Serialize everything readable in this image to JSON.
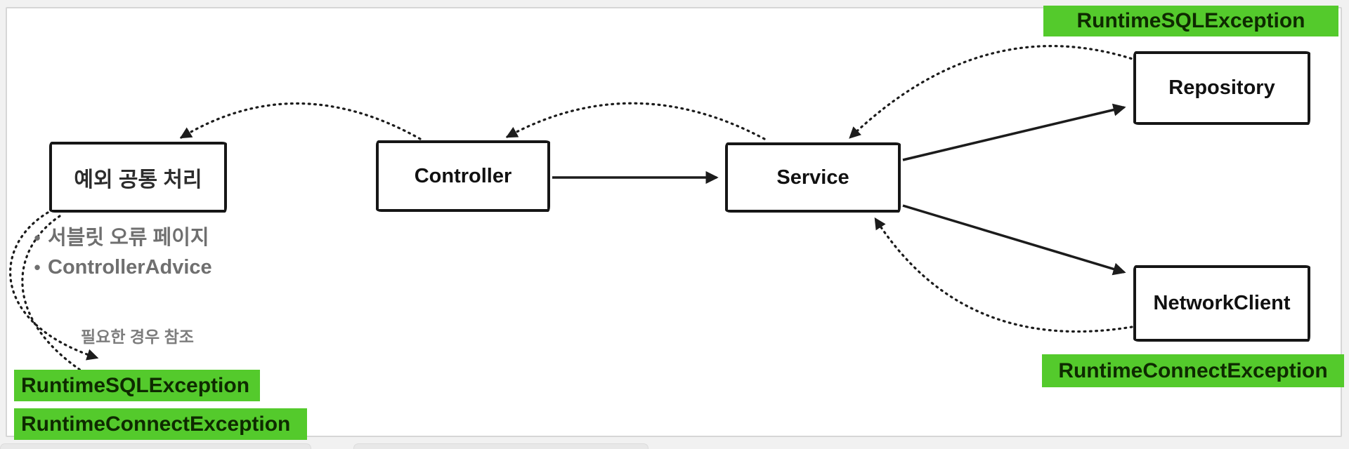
{
  "colors": {
    "highlight_green": "#54ca2c",
    "gray_text": "#6f6f6f",
    "line": "#1c1c1c"
  },
  "boxes": {
    "exception": "예외 공통 처리",
    "controller": "Controller",
    "service": "Service",
    "repository": "Repository",
    "network_client": "NetworkClient"
  },
  "highlights": {
    "top_right": "RuntimeSQLException",
    "bottom_right": "RuntimeConnectException",
    "bottom_left_first": "RuntimeSQLException",
    "bottom_left_second": "RuntimeConnectException"
  },
  "notes": {
    "bullet_items": [
      "서블릿 오류 페이지",
      "ControllerAdvice"
    ],
    "reference_note": "필요한 경우 참조"
  },
  "arrows": [
    {
      "from": "controller",
      "to": "exception",
      "style": "dotted"
    },
    {
      "from": "service",
      "to": "controller",
      "style": "dotted"
    },
    {
      "from": "repository",
      "to": "service",
      "style": "dotted",
      "label": "RuntimeSQLException"
    },
    {
      "from": "network_client",
      "to": "service",
      "style": "dotted",
      "label": "RuntimeConnectException"
    },
    {
      "from": "controller",
      "to": "service",
      "style": "solid"
    },
    {
      "from": "service",
      "to": "repository",
      "style": "solid"
    },
    {
      "from": "service",
      "to": "network_client",
      "style": "solid"
    },
    {
      "from": "exception",
      "to": "bottom_left_first",
      "style": "dotted"
    },
    {
      "from": "exception",
      "to": "bottom_left_second",
      "style": "dotted"
    }
  ]
}
